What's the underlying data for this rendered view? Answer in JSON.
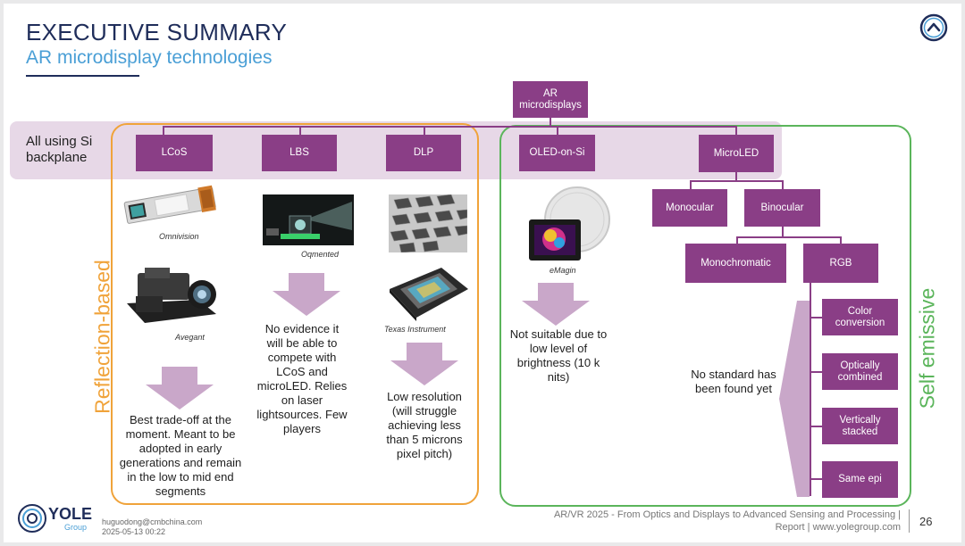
{
  "header": {
    "title": "EXECUTIVE SUMMARY",
    "subtitle": "AR microdisplay technologies"
  },
  "band_label": "All using Si\nbackplane",
  "tree": {
    "root": "AR\nmicrodisplays",
    "reflection": [
      "LCoS",
      "LBS",
      "DLP"
    ],
    "emissive": [
      "OLED-on-Si",
      "MicroLED"
    ],
    "microled_children": [
      "Monocular",
      "Binocular"
    ],
    "binocular_children": [
      "Monochromatic",
      "RGB"
    ],
    "rgb_children": [
      "Color\nconversion",
      "Optically\ncombined",
      "Vertically\nstacked",
      "Same epi"
    ]
  },
  "groups": {
    "reflection_label": "Reflection-based",
    "emissive_label": "Self emissive"
  },
  "captions": {
    "omnivision": "Omnivision",
    "avegant": "Avegant",
    "oqmented": "Oqmented",
    "texas": "Texas Instrument",
    "emagin": "eMagin"
  },
  "notes": {
    "lcos": "Best trade-off at the moment. Meant to be adopted in early generations and remain in the low to mid end segments",
    "lbs": "No evidence it will be able to compete with LCoS and microLED. Relies on laser lightsources. Few players",
    "dlp": "Low resolution (will struggle achieving less than 5 microns pixel pitch)",
    "oled": "Not suitable due to low level of brightness (10 k nits)",
    "rgb": "No standard has been found yet"
  },
  "footer": {
    "logo_main": "YOLE",
    "logo_sub": "Group",
    "email": "huguodong@cmbchina.com",
    "timestamp": "2025-05-13 00:22",
    "report": "AR/VR 2025 - From Optics and Displays to Advanced Sensing and Processing |",
    "report2": "Report | www.yolegroup.com",
    "page": "26"
  },
  "colors": {
    "box": "#8a3e86",
    "band": "#e7d8e7",
    "orange": "#f0a33a",
    "green": "#5bb55b",
    "arrow": "#c9a7c9",
    "title": "#1f2d5a",
    "subtitle": "#4a9fd6"
  }
}
